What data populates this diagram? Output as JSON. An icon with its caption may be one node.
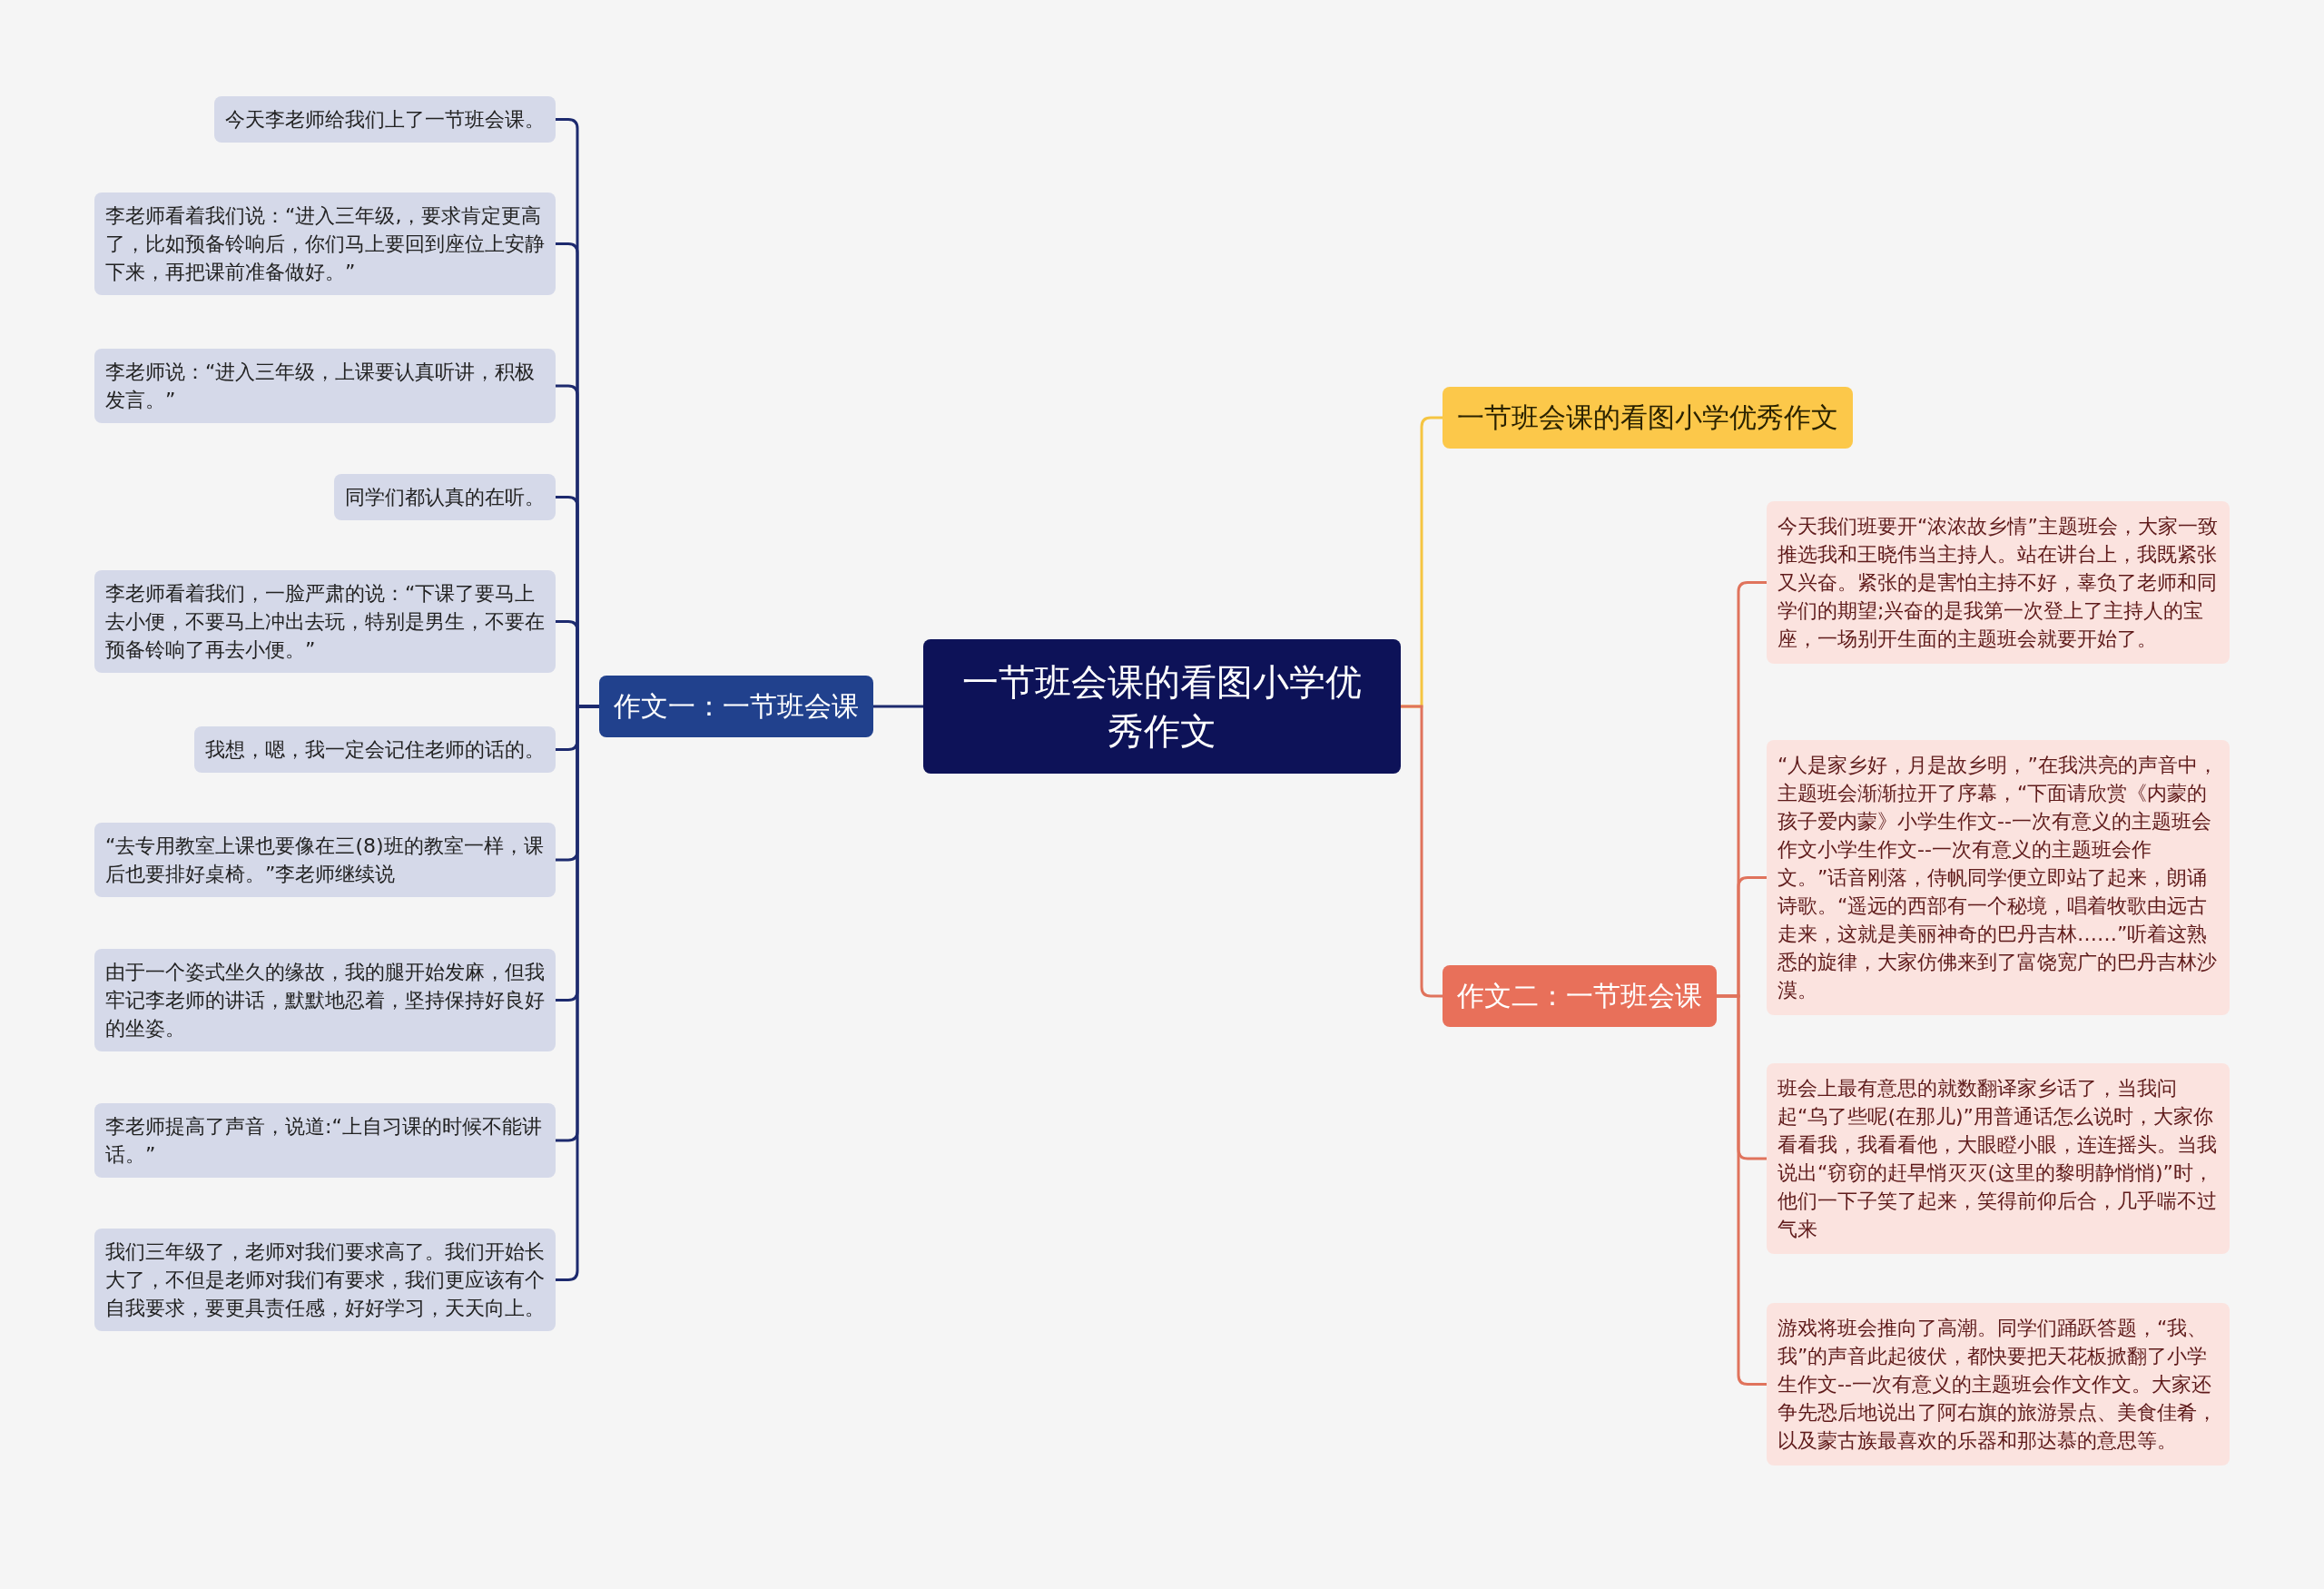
{
  "diagram": {
    "nodes": [
      {
        "text": [
          "一节班会课的看图小学优秀作文"
        ]
      },
      {
        "text": [
          "作文一：一节班会课"
        ]
      },
      {
        "text": [
          "今天李老师给我们上了一节班会课。"
        ]
      },
      {
        "text": [
          "李老师看着我们说：“进入三年级,，要求肯定更高了，比如预备铃响后，你们马上要回到座位上安静下来，再把课前准备做好。”"
        ]
      },
      {
        "text": [
          "李老师说：“进入三年级，上课要认真听讲，积极发言。”"
        ]
      },
      {
        "text": [
          "同学们都认真的在听。"
        ]
      },
      {
        "text": [
          "李老师看着我们，一脸严肃的说：“下课了要马上去小便，不要马上冲出去玩，特别是男生，不要在预备铃响了再去小便。”"
        ]
      },
      {
        "text": [
          "我想，嗯，我一定会记住老师的话的。"
        ]
      },
      {
        "text": [
          "“去专用教室上课也要像在三(8)班的教室一样，课后也要排好桌椅。”李老师继续说"
        ]
      },
      {
        "text": [
          "由于一个姿式坐久的缘故，我的腿开始发麻，但我牢记李老师的讲话，默默地忍着，坚持保持好良好的坐姿。"
        ]
      },
      {
        "text": [
          "李老师提高了声音，说道:“上自习课的时候不能讲话。”"
        ]
      },
      {
        "text": [
          "我们三年级了，老师对我们要求高了。我们开始长大了，不但是老师对我们有要求，我们更应该有个自我要求，要更具责任感，好好学习，天天向上。"
        ]
      },
      {
        "text": [
          "一节班会课的看图小学优秀作文"
        ]
      },
      {
        "text": [
          "作文二：一节班会课"
        ]
      },
      {
        "text": [
          "今天我们班要开“浓浓故乡情”主题班会，大家一致推选我和王晓伟当主持人。站在讲台上，我既紧张又兴奋。紧张的是害怕主持不好，辜负了老师和同学们的期望;兴奋的是我第一次登上了主持人的宝座，一场别开生面的主题班会就要开始了。"
        ]
      },
      {
        "text": [
          "“人是家乡好，月是故乡明，”在我洪亮的声音中，主题班会渐渐拉开了序幕，“下面请欣赏《内蒙的孩子爱内蒙》小学生作文--一次有意义的主题班会作文小学生作文--一次有意义的主题班会作文。”话音刚落，侍帆同学便立即站了起来，朗诵诗歌。“遥远的西部有一个秘境，唱着牧歌由远古走来，这就是美丽神奇的巴丹吉林……”听着这熟悉的旋律，大家仿佛来到了富饶宽广的巴丹吉林沙漠。"
        ]
      },
      {
        "text": [
          "班会上最有意思的就数翻译家乡话了，当我问起“乌了些呢(在那儿)”用普通话怎么说时，大家你看看我，我看看他，大眼瞪小眼，连连摇头。当我说出“窃窃的赶早悄灭灭(这里的黎明静悄悄)”时，他们一下子笑了起来，笑得前仰后合，几乎喘不过气来"
        ]
      },
      {
        "text": [
          "游戏将班会推向了高潮。同学们踊跃答题，“我、我”的声音此起彼伏，都快要把天花板掀翻了小学生作文--一次有意义的主题班会作文作文。大家还争先恐后地说出了阿右旗的旅游景点、美食佳肴，以及蒙古族最喜欢的乐器和那达慕的意思等。"
        ]
      }
    ],
    "edges": [
      {
        "from": 0,
        "to": 1,
        "arrow": "none"
      },
      {
        "from": 1,
        "to": 2,
        "arrow": "none"
      },
      {
        "from": 1,
        "to": 3,
        "arrow": "none"
      },
      {
        "from": 1,
        "to": 4,
        "arrow": "none"
      },
      {
        "from": 1,
        "to": 5,
        "arrow": "none"
      },
      {
        "from": 1,
        "to": 6,
        "arrow": "none"
      },
      {
        "from": 1,
        "to": 7,
        "arrow": "none"
      },
      {
        "from": 1,
        "to": 8,
        "arrow": "none"
      },
      {
        "from": 1,
        "to": 9,
        "arrow": "none"
      },
      {
        "from": 1,
        "to": 10,
        "arrow": "none"
      },
      {
        "from": 1,
        "to": 11,
        "arrow": "none"
      },
      {
        "from": 0,
        "to": 12,
        "arrow": "none",
        "color": "#f5c542"
      },
      {
        "from": 0,
        "to": 13,
        "arrow": "none",
        "color": "#e0735c"
      },
      {
        "from": 13,
        "to": 14,
        "arrow": "none",
        "color": "#e0735c"
      },
      {
        "from": 13,
        "to": 15,
        "arrow": "none",
        "color": "#e0735c"
      },
      {
        "from": 13,
        "to": 16,
        "arrow": "none",
        "color": "#e0735c"
      },
      {
        "from": 13,
        "to": 17,
        "arrow": "none",
        "color": "#e0735c"
      }
    ]
  }
}
